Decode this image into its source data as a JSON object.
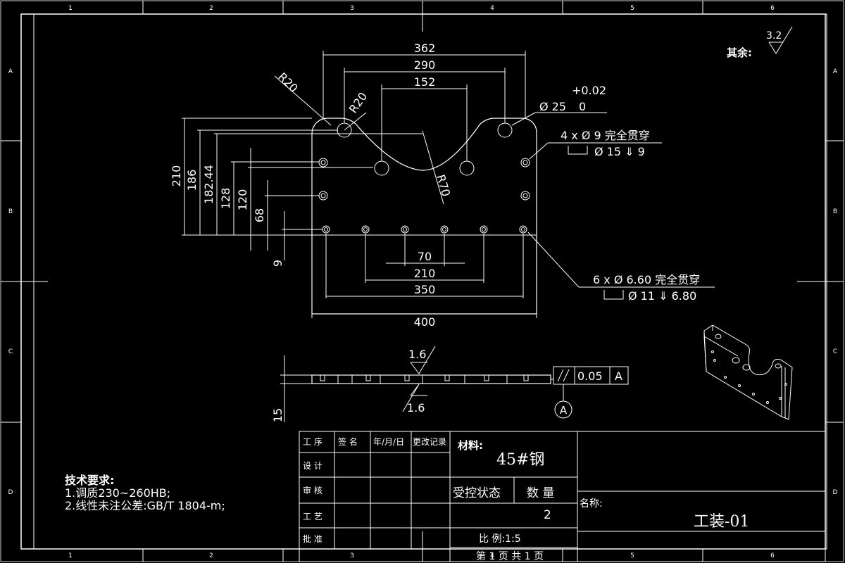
{
  "zones": {
    "columns": [
      "1",
      "2",
      "3",
      "4",
      "5",
      "6"
    ],
    "rows": [
      "A",
      "B",
      "C",
      "D"
    ]
  },
  "roughness": {
    "other_label": "其余:",
    "other_value": "3.2",
    "top_face": "1.6",
    "bottom_face": "1.6"
  },
  "dims": {
    "d362": "362",
    "d290": "290",
    "d152": "152",
    "r20a": "R20",
    "r20b": "R20",
    "r70": "R70",
    "tol_upper": "+0.02",
    "tol_lower": "0",
    "dia25": "Ø 25",
    "hole4_line1": "4 x Ø  9 完全贯穿",
    "hole4_line2": "Ø  15  ⇓ 9",
    "v210": "210",
    "v186": "186",
    "v182": "182.44",
    "v128": "128",
    "v120": "120",
    "v68": "68",
    "v9": "9",
    "d70": "70",
    "d210": "210",
    "d350": "350",
    "d400": "400",
    "hole6_line1": "6 x Ø  6.60 完全贯穿",
    "hole6_line2": "Ø  11  ⇓ 6.80",
    "v15": "15",
    "fcf_tol": "0.05",
    "fcf_datum": "A",
    "datum_label": "A"
  },
  "notes": {
    "title": "技术要求:",
    "line1": "1.调质230~260HB;",
    "line2": "2.线性未注公差:GB/T 1804-m;"
  },
  "title_block": {
    "headers": [
      "工 序",
      "签  名",
      "年/月/日",
      "更改记录"
    ],
    "rows": [
      "设 计",
      "审 核",
      "工 艺",
      "批 准"
    ],
    "material_label": "材料:",
    "material": "45#钢",
    "control_label": "受控状态",
    "quantity_label": "数  量",
    "quantity": "2",
    "name_label": "名称:",
    "name": "工装-01",
    "scale": "比   例:1:5",
    "page": "第 1 页   共 1 页"
  }
}
